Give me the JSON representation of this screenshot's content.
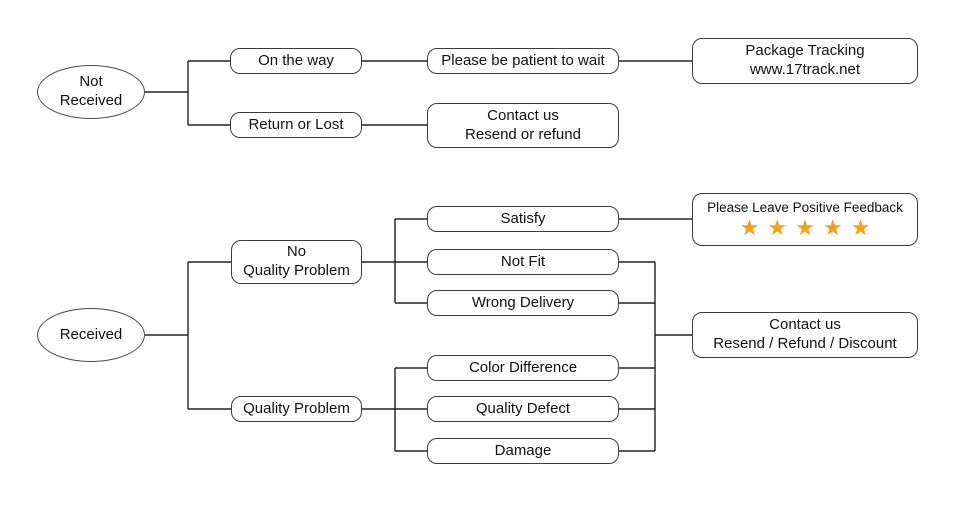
{
  "diagram": {
    "background": "#ffffff",
    "line_color": "#222222",
    "border_color": "#3d3d3d",
    "text_color": "#111111"
  },
  "not_received_flow": {
    "root": {
      "label": "Not Received"
    },
    "on_the_way": {
      "label": "On the way"
    },
    "please_wait": {
      "label": "Please be patient to wait"
    },
    "package_tracking": {
      "line1": "Package Tracking",
      "line2": "www.17track.net"
    },
    "return_or_lost": {
      "label": "Return or Lost"
    },
    "contact_resend_refund": {
      "line1": "Contact us",
      "line2": "Resend or refund"
    }
  },
  "received_flow": {
    "root": {
      "label": "Received"
    },
    "no_quality_problem": {
      "line1": "No",
      "line2": "Quality Problem"
    },
    "quality_problem": {
      "label": "Quality Problem"
    },
    "satisfy": {
      "label": "Satisfy"
    },
    "not_fit": {
      "label": "Not Fit"
    },
    "wrong_delivery": {
      "label": "Wrong Delivery"
    },
    "color_difference": {
      "label": "Color Difference"
    },
    "quality_defect": {
      "label": "Quality Defect"
    },
    "damage": {
      "label": "Damage"
    },
    "feedback": {
      "title": "Please Leave Positive Feedback",
      "star_icon": "★",
      "star_count": 5,
      "star_color": "#F5A01B"
    },
    "contact_discount": {
      "line1": "Contact us",
      "line2": "Resend / Refund / Discount"
    }
  }
}
